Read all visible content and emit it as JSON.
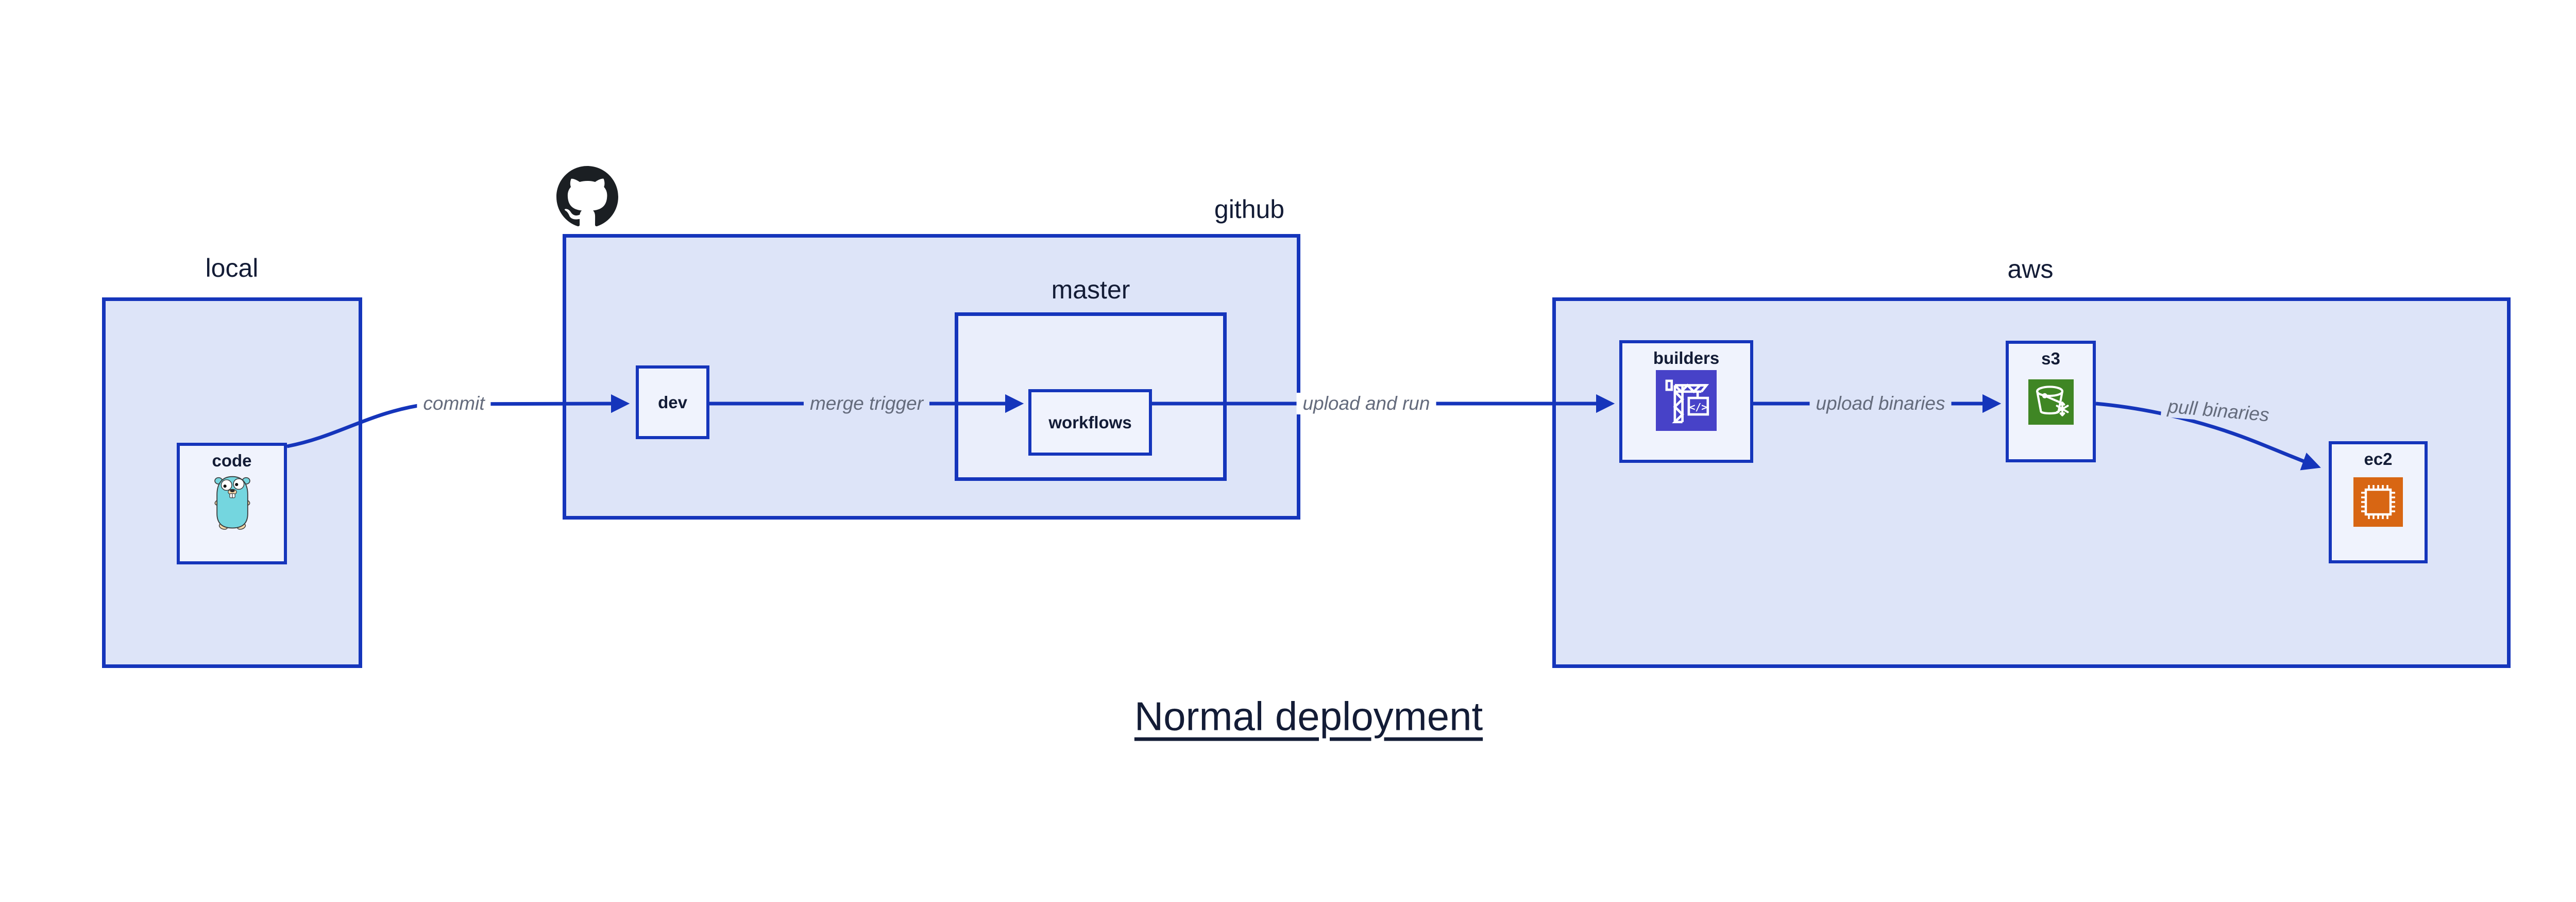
{
  "diagram_title": {
    "text": "Normal deployment"
  },
  "regions": {
    "local": {
      "label": "local"
    },
    "github": {
      "label": "github"
    },
    "master": {
      "label": "master"
    },
    "aws": {
      "label": "aws"
    }
  },
  "nodes": {
    "code": {
      "label": "code"
    },
    "dev": {
      "label": "dev"
    },
    "workflows": {
      "label": "workflows"
    },
    "builders": {
      "label": "builders"
    },
    "s3": {
      "label": "s3"
    },
    "ec2": {
      "label": "ec2"
    }
  },
  "edges": {
    "commit": {
      "label": "commit"
    },
    "merge_trigger": {
      "label": "merge trigger"
    },
    "upload_and_run": {
      "label": "upload and run"
    },
    "upload_binaries": {
      "label": "upload binaries"
    },
    "pull_binaries": {
      "label": "pull binaries"
    }
  },
  "icons": {
    "octocat": "github-octocat-icon",
    "gopher": "go-gopher-icon",
    "codebuild": "aws-codebuild-crane-icon",
    "codebuild_glyph": "</>",
    "s3_bucket": "s3-glacier-bucket-icon",
    "ec2_chip": "ec2-chip-icon"
  },
  "colors": {
    "region_fill": "#dde4f8",
    "master_fill": "#eaeefb",
    "node_fill": "#f0f3fd",
    "border_blue": "#1535bb",
    "arrow_blue": "#1535bb",
    "text_dark": "#131c36",
    "edge_label_gray": "#646b7c",
    "codebuild_bg": "#4742c8",
    "s3_bg": "#3f8624",
    "ec2_bg": "#d86613",
    "octocat_black": "#1b1f23",
    "gopher_teal": "#74d6df"
  }
}
